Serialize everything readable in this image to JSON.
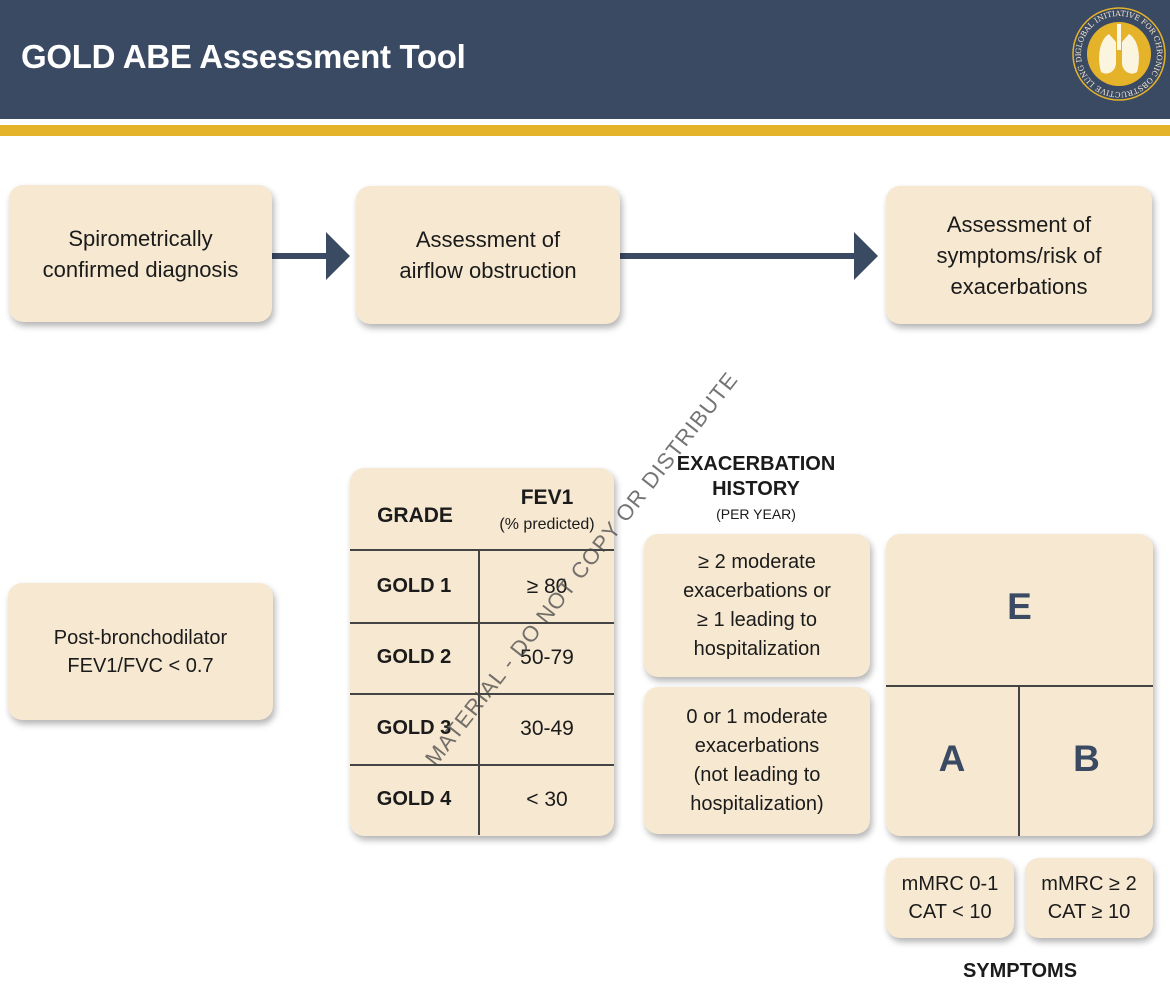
{
  "header": {
    "title": "GOLD ABE Assessment Tool",
    "logo_text": "GLOBAL INITIATIVE FOR CHRONIC OBSTRUCTIVE LUNG DISEASE"
  },
  "flow": {
    "steps": [
      {
        "lines": [
          "Spirometrically",
          "confirmed diagnosis"
        ]
      },
      {
        "lines": [
          "Assessment of",
          "airflow obstruction"
        ]
      },
      {
        "lines": [
          "Assessment of",
          "symptoms/risk of",
          "exacerbations"
        ]
      }
    ]
  },
  "post_bronchodilator": {
    "lines": [
      "Post-bronchodilator",
      "FEV1/FVC < 0.7"
    ]
  },
  "grade_table": {
    "header_grade": "GRADE",
    "header_fev": "FEV1",
    "header_fev_sub": "(% predicted)",
    "rows": [
      {
        "grade": "GOLD 1",
        "fev": "≥ 80"
      },
      {
        "grade": "GOLD 2",
        "fev": "50-79"
      },
      {
        "grade": "GOLD 3",
        "fev": "30-49"
      },
      {
        "grade": "GOLD 4",
        "fev": "< 30"
      }
    ]
  },
  "exacerbation": {
    "title_lines": [
      "EXACERBATION",
      "HISTORY"
    ],
    "subtitle": "(PER YEAR)",
    "high": [
      "≥ 2 moderate",
      "exacerbations or",
      "≥ 1 leading to",
      "hospitalization"
    ],
    "low": [
      "0 or 1 moderate",
      "exacerbations",
      "(not leading to",
      "hospitalization)"
    ]
  },
  "abe": {
    "e": "E",
    "a": "A",
    "b": "B"
  },
  "symptoms": {
    "low": [
      "mMRC 0-1",
      "CAT < 10"
    ],
    "high": [
      "mMRC ≥ 2",
      "CAT ≥ 10"
    ],
    "label": "SYMPTOMS"
  },
  "watermark": "MATERIAL - DO NOT COPY OR DISTRIBUTE",
  "colors": {
    "header_bg": "#3b4a63",
    "gold_stripe": "#e5b32a",
    "box_fill": "#f6e8d1",
    "arrow": "#3b4a63"
  }
}
